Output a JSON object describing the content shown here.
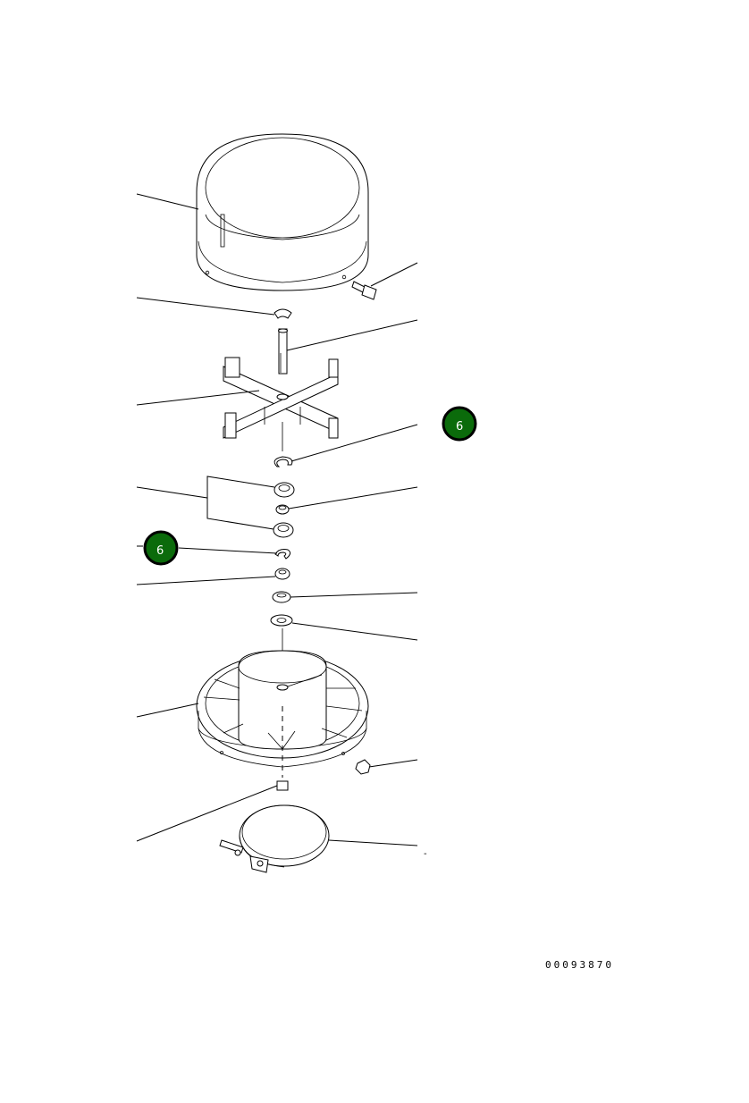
{
  "diagram": {
    "callouts": [
      {
        "label": "6",
        "color": "#0b6b0b"
      },
      {
        "label": "6",
        "color": "#0b6b0b"
      }
    ],
    "drawing_code": "00093870",
    "stray_mark": "-"
  }
}
